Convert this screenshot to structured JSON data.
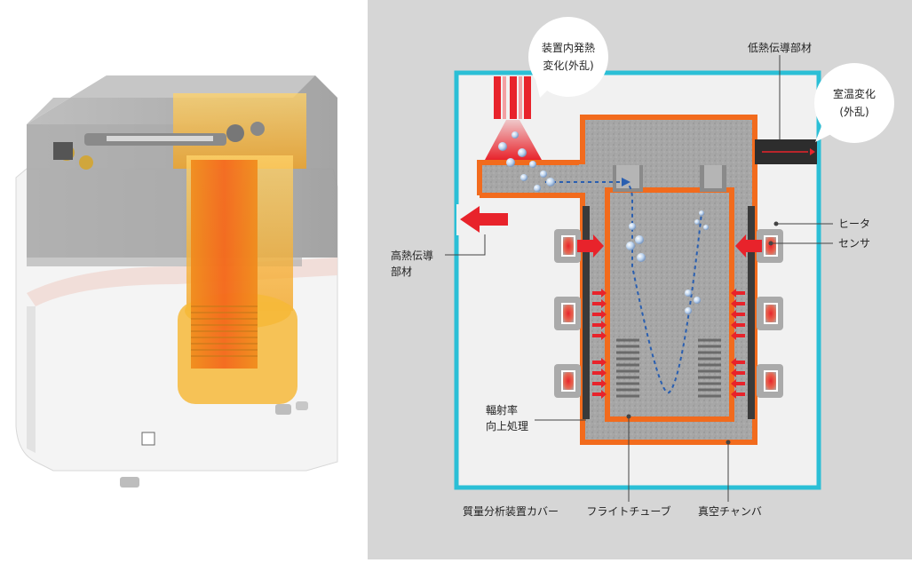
{
  "labels": {
    "internal_heat_line1": "装置内発熱",
    "internal_heat_line2": "変化(外乱)",
    "low_conductive": "低熱伝導部材",
    "room_temp_line1": "室温変化",
    "room_temp_line2": "(外乱)",
    "heater": "ヒータ",
    "sensor": "センサ",
    "high_conductive_line1": "高熱伝導",
    "high_conductive_line2": "部材",
    "radiation_line1": "輻射率",
    "radiation_line2": "向上処理",
    "cover": "質量分析装置カバー",
    "flight_tube": "フライトチューブ",
    "vacuum_chamber": "真空チャンバ"
  },
  "colors": {
    "background_panel": "#d6d6d6",
    "cover_outline": "#2bbfd6",
    "chamber_orange": "#f26b1d",
    "heat_red": "#e8232b",
    "ion_path": "#2a5fb0"
  }
}
